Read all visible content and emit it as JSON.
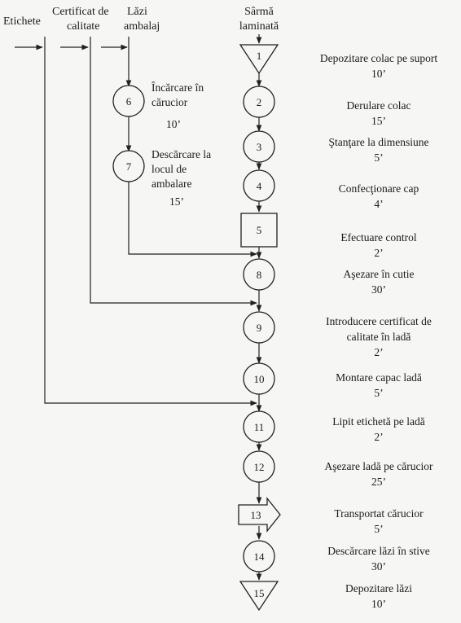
{
  "inputs": {
    "etichete": "Etichete",
    "certificat_1": "Certificat de",
    "certificat_2": "calitate",
    "lazi_1": "Lăzi",
    "lazi_2": "ambalaj",
    "sarma_1": "Sârmă",
    "sarma_2": "laminată"
  },
  "steps": [
    {
      "n": "1",
      "shape": "triangle",
      "label": [
        "Depozitare colac pe suport"
      ],
      "time": "10’"
    },
    {
      "n": "2",
      "shape": "circle",
      "label": [
        "Derulare colac"
      ],
      "time": "15’"
    },
    {
      "n": "3",
      "shape": "circle",
      "label": [
        "Ştanţare la dimensiune"
      ],
      "time": "5’"
    },
    {
      "n": "4",
      "shape": "circle",
      "label": [
        "Confecţionare cap"
      ],
      "time": "4’"
    },
    {
      "n": "5",
      "shape": "square",
      "label": [
        "Efectuare control"
      ],
      "time": "2’"
    },
    {
      "n": "8",
      "shape": "circle",
      "label": [
        "Aşezare în cutie"
      ],
      "time": "30’"
    },
    {
      "n": "9",
      "shape": "circle",
      "label": [
        "Introducere certificat de",
        "calitate în ladă"
      ],
      "time": "2’"
    },
    {
      "n": "10",
      "shape": "circle",
      "label": [
        "Montare capac ladă"
      ],
      "time": "5’"
    },
    {
      "n": "11",
      "shape": "circle",
      "label": [
        "Lipit etichetă pe ladă"
      ],
      "time": "2’"
    },
    {
      "n": "12",
      "shape": "circle",
      "label": [
        "Aşezare ladă pe cărucior"
      ],
      "time": "25’"
    },
    {
      "n": "13",
      "shape": "arrow",
      "label": [
        "Transportat cărucior"
      ],
      "time": "5’"
    },
    {
      "n": "14",
      "shape": "circle",
      "label": [
        "Descărcare lăzi în stive"
      ],
      "time": "30’"
    },
    {
      "n": "15",
      "shape": "triangle",
      "label": [
        "Depozitare lăzi"
      ],
      "time": "10’"
    }
  ],
  "side_steps": [
    {
      "n": "6",
      "shape": "circle",
      "label": [
        "Încărcare în",
        "cărucior"
      ],
      "time": "10’"
    },
    {
      "n": "7",
      "shape": "circle",
      "label": [
        "Descărcare la",
        "locul de",
        "ambalare"
      ],
      "time": "15’"
    }
  ]
}
